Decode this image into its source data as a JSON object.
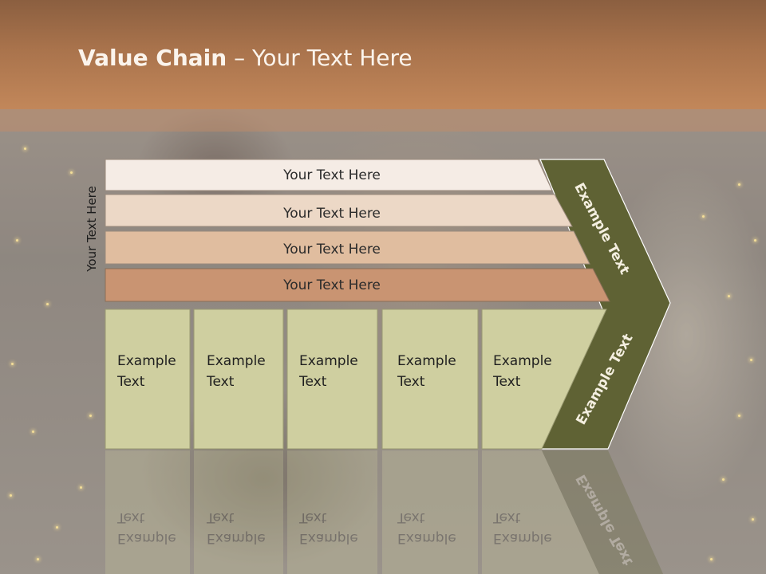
{
  "title": {
    "bold": "Value Chain",
    "rest": " – Your Text Here"
  },
  "side_label": "Your Text Here",
  "rows": [
    {
      "label": "Your Text Here",
      "fill": "#f5ece5"
    },
    {
      "label": "Your Text Here",
      "fill": "#ecd8c6"
    },
    {
      "label": "Your Text Here",
      "fill": "#e0bd9f"
    },
    {
      "label": "Your Text Here",
      "fill": "#c99472"
    }
  ],
  "boxes": [
    {
      "line1": "Example",
      "line2": "Text"
    },
    {
      "line1": "Example",
      "line2": "Text"
    },
    {
      "line1": "Example",
      "line2": "Text"
    },
    {
      "line1": "Example",
      "line2": "Text"
    },
    {
      "line1": "Example",
      "line2": "Text"
    }
  ],
  "arrow_top_label": "Example Text",
  "arrow_bottom_label": "Example Text",
  "colors": {
    "header": "#b07a52",
    "box_fill": "#cfcfa0",
    "arrow_fill": "#5f6234"
  }
}
